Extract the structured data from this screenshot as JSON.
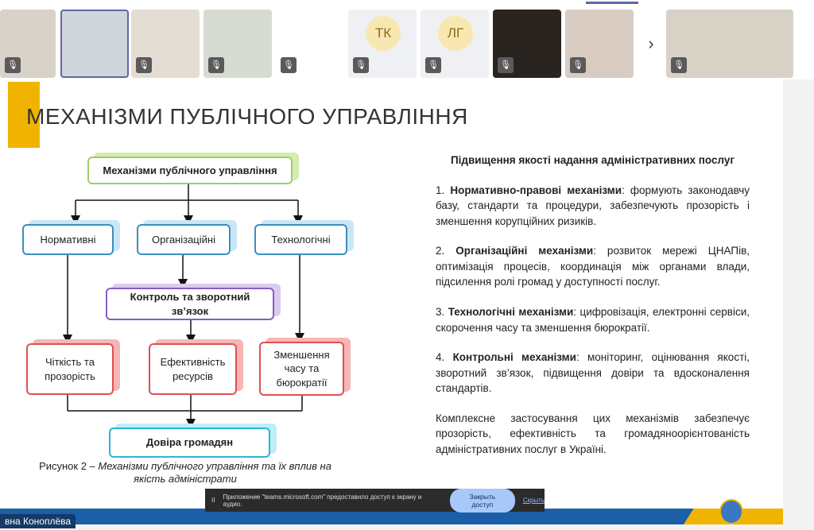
{
  "participants": [
    {
      "type": "video",
      "muted": true
    },
    {
      "type": "video",
      "muted": false,
      "selected": true
    },
    {
      "type": "video",
      "muted": true
    },
    {
      "type": "video",
      "muted": true
    },
    {
      "type": "video",
      "muted": true
    },
    {
      "type": "initials",
      "initials": "ТК",
      "muted": true
    },
    {
      "type": "initials",
      "initials": "ЛГ",
      "muted": true
    },
    {
      "type": "video",
      "muted": true
    },
    {
      "type": "video",
      "muted": true
    },
    {
      "type": "video",
      "muted": true
    }
  ],
  "slide": {
    "title": "МЕХАНІЗМИ ПУБЛІЧНОГО УПРАВЛІННЯ",
    "diagram": {
      "top": "Механізми публічного управління",
      "types": [
        "Нормативні",
        "Організаційні",
        "Технологічні"
      ],
      "control": "Контроль та зворотний зв’язок",
      "outcomes": [
        "Чіткість та прозорість",
        "Ефективність ресурсів",
        "Зменшення часу та бюрократії"
      ],
      "result": "Довіра громадян"
    },
    "caption_prefix": "Рисунок 2 – ",
    "caption": "Механізми публічного управління та їх вплив на якість адміністрати",
    "right": {
      "heading": "Підвищення якості надання адміністративних послуг",
      "items": [
        {
          "num": "1. ",
          "bold": "Нормативно-правові механізми",
          "text": ": формують законодавчу базу, стандарти та процедури, забезпечують прозорість і зменшення корупційних ризиків."
        },
        {
          "num": "2. ",
          "bold": "Організаційні механізми",
          "text": ": розвиток мережі ЦНАПів, оптимізація процесів, координація між органами влади, підсилення ролі громад у доступності послуг."
        },
        {
          "num": "3. ",
          "bold": "Технологічні механізми",
          "text": ": цифровізація, електронні сервіси, скорочення часу та зменшення бюрократії."
        },
        {
          "num": "4. ",
          "bold": "Контрольні механізми",
          "text": ": моніторинг, оцінювання якості, зворотний зв’язок, підвищення довіри та вдосконалення стандартів."
        }
      ],
      "conclusion": "Комплексне застосування цих механізмів забезпечує прозорість, ефективність та громадяноорієнтованість адміністративних послуг в Україні."
    }
  },
  "presenter_name": "вна Коноплёва",
  "share_bar": {
    "pause": "II",
    "message": "Приложение \"teams.microsoft.com\" предоставило доступ к экрану и аудио.",
    "stop": "Закрыть доступ",
    "hide": "Скрыть"
  },
  "colors": {
    "accent": "#f0b400",
    "band": "#1b5fa8",
    "teams": "#6264a7"
  }
}
